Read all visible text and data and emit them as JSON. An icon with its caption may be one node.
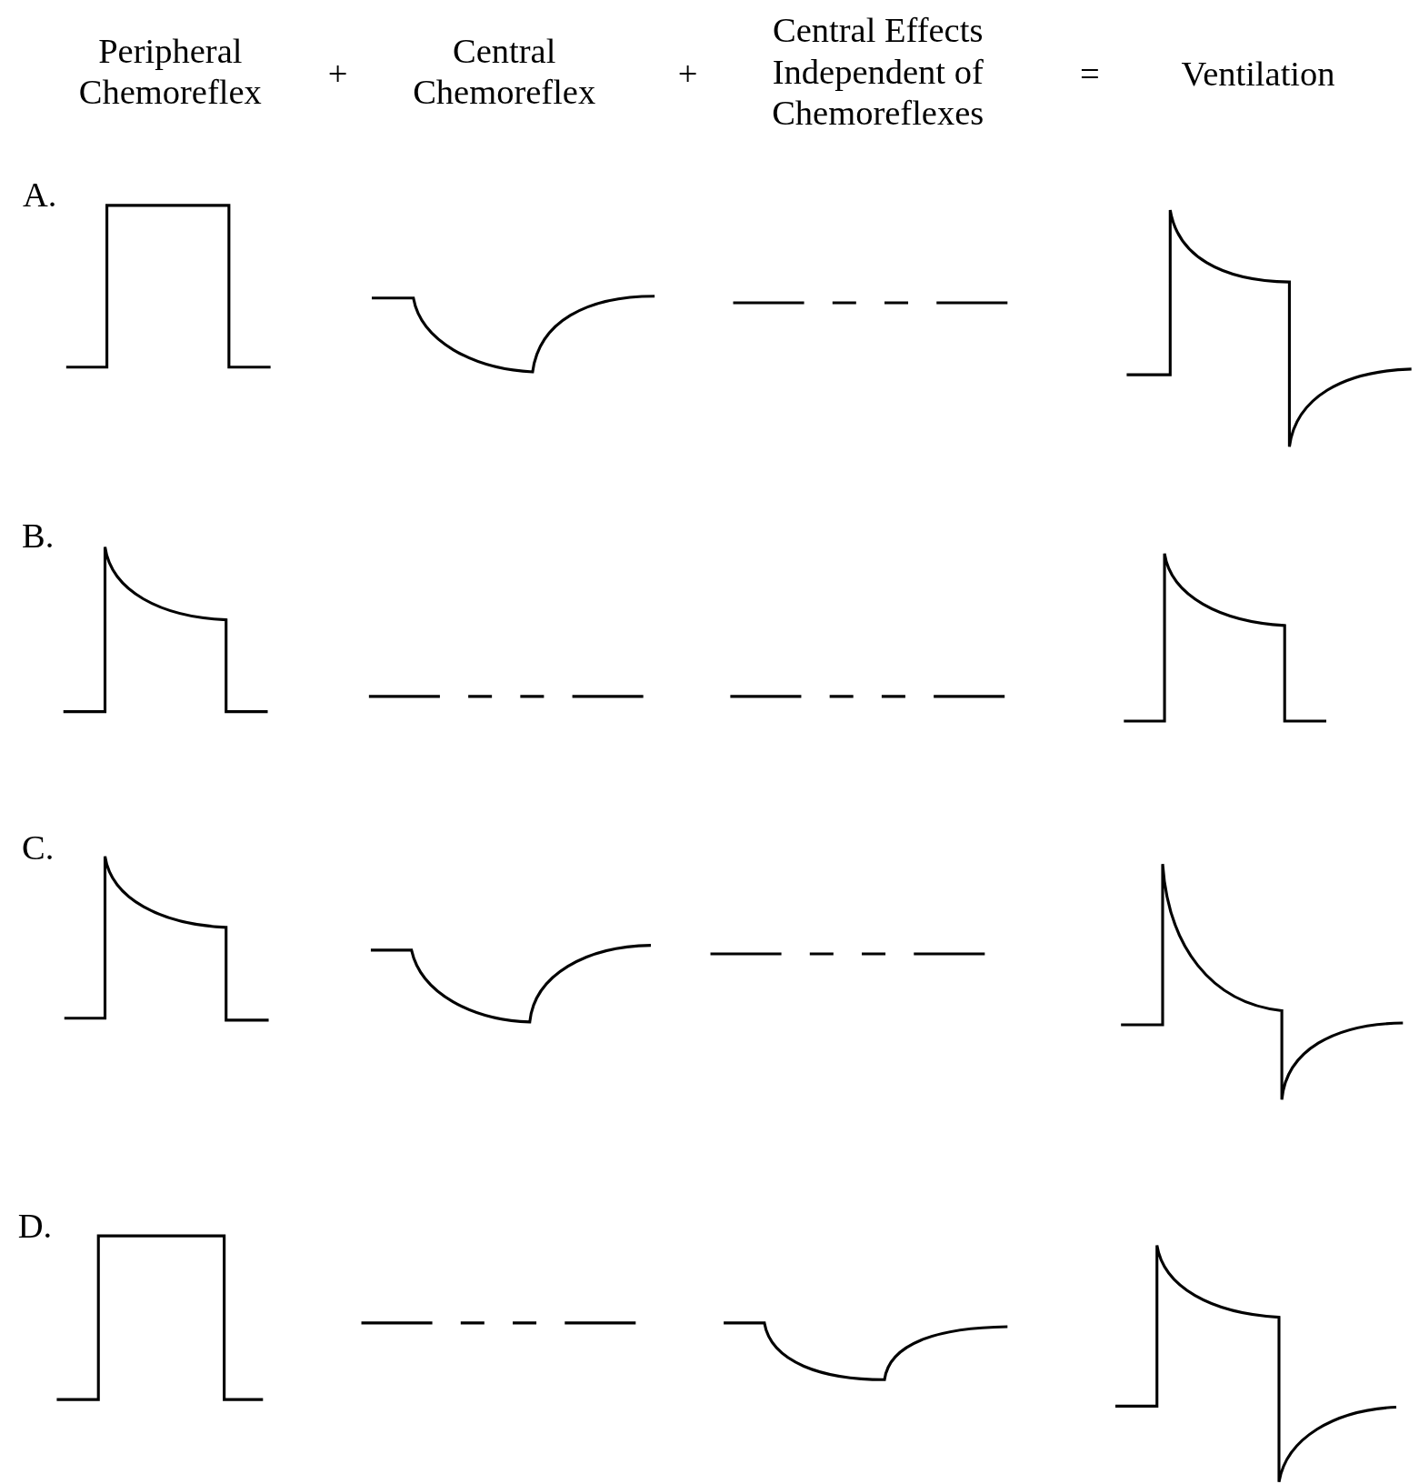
{
  "diagram": {
    "labels": [
      "Peripheral Chemoreflex",
      "+",
      "Central Chemoreflex",
      "+",
      "Central Effects Independent of Chemoreflexes",
      "=",
      "Ventilation",
      "A.",
      "B.",
      "C.",
      "D."
    ]
  }
}
